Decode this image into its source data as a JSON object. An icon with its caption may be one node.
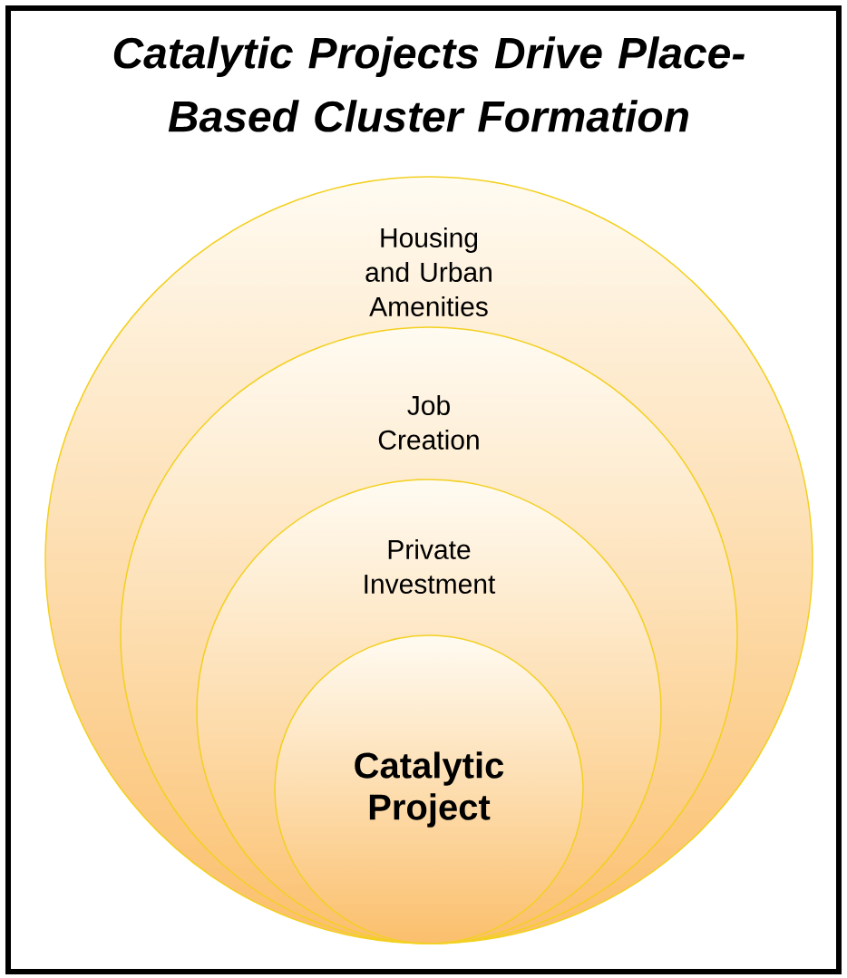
{
  "diagram": {
    "title": "Catalytic Projects Drive Place-Based Cluster Formation",
    "nodes": [
      {
        "text": [
          "Housing and Urban Amenities"
        ]
      },
      {
        "text": [
          "Job Creation"
        ],
        "in": 0
      },
      {
        "text": [
          "Private Investment"
        ],
        "in": 1
      },
      {
        "text": [
          "Catalytic Project"
        ],
        "in": 2
      }
    ]
  }
}
